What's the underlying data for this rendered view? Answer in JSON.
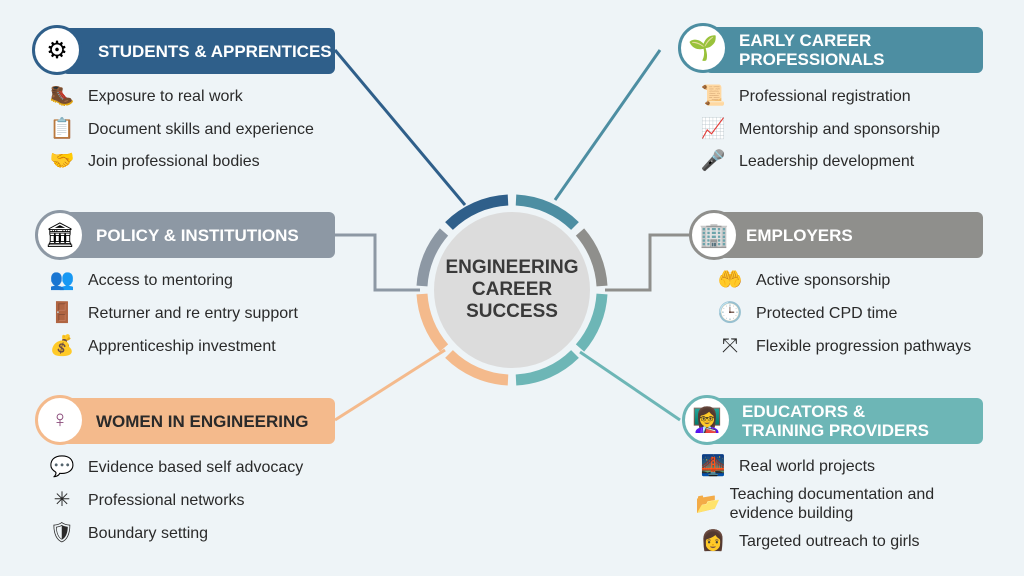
{
  "center": {
    "line1": "ENGINEERING",
    "line2": "CAREER",
    "line3": "SUCCESS"
  },
  "colors": {
    "students": "#2f5f8a",
    "early": "#4d8ea2",
    "policy": "#8d98a4",
    "employers": "#8f8f8c",
    "women": "#f4ba8c",
    "educators": "#6db6b6"
  },
  "students": {
    "title": "STUDENTS & APPRENTICES",
    "items": [
      "Exposure to real work",
      "Document skills and experience",
      "Join professional bodies"
    ]
  },
  "early": {
    "title1": "EARLY CAREER",
    "title2": "PROFESSIONALS",
    "items": [
      "Professional registration",
      "Mentorship and sponsorship",
      "Leadership development"
    ]
  },
  "policy": {
    "title": "POLICY & INSTITUTIONS",
    "items": [
      "Access to mentoring",
      "Returner and re entry support",
      "Apprenticeship investment"
    ]
  },
  "employers": {
    "title": "EMPLOYERS",
    "items": [
      "Active sponsorship",
      "Protected CPD time",
      "Flexible progression pathways"
    ]
  },
  "women": {
    "title": "WOMEN IN ENGINEERING",
    "items": [
      "Evidence based self advocacy",
      "Professional networks",
      "Boundary setting"
    ]
  },
  "educators": {
    "title1": "EDUCATORS &",
    "title2": "TRAINING PROVIDERS",
    "items": [
      "Real world projects",
      "Teaching documentation and evidence building",
      "Targeted outreach to girls"
    ]
  }
}
